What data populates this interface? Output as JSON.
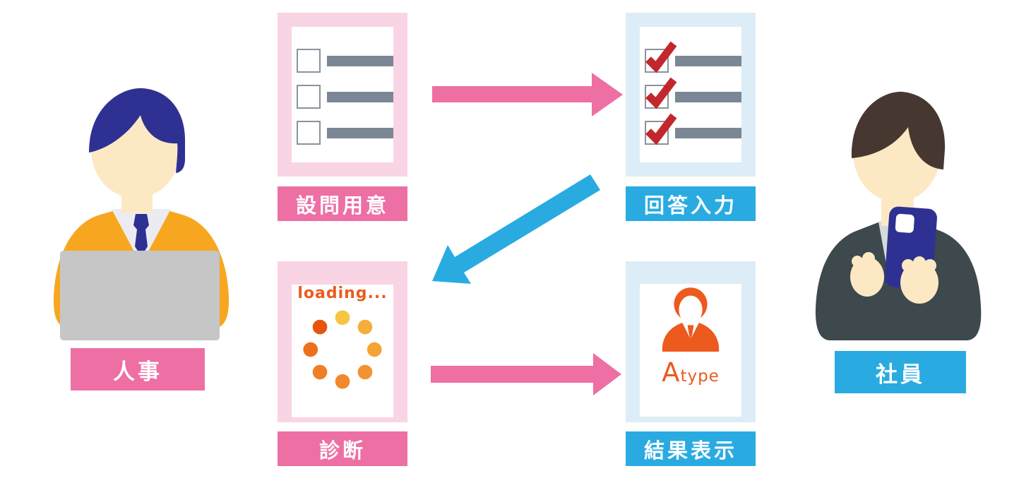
{
  "actors": {
    "hr": {
      "label": "人事"
    },
    "employee": {
      "label": "社員"
    }
  },
  "steps": {
    "prepare": {
      "label": "設問用意"
    },
    "answer": {
      "label": "回答入力"
    },
    "diagnose": {
      "label": "診断",
      "loading_text": "loading..."
    },
    "result": {
      "label": "結果表示",
      "type_big": "A",
      "type_small": "type"
    }
  },
  "spinner": {
    "colors": [
      "#f7c544",
      "#f6ae3b",
      "#f5a434",
      "#f29232",
      "#f0882c",
      "#ee7f26",
      "#ec7118",
      "#e6550e"
    ]
  },
  "colors": {
    "pink": "#ed6fa4",
    "pink-light": "#f9d4e4",
    "blue": "#29abe2",
    "blue-light": "#ddedf7",
    "orange": "#ec5a1e",
    "check-red": "#c1272d",
    "bar-gray": "#7b8795",
    "box-border": "#8a939c",
    "skin": "#fce9c4",
    "hair-blue": "#2e3192",
    "hair-brown": "#463831",
    "vest-orange": "#f7a71f",
    "laptop-gray": "#c6c6c6",
    "jacket-slate": "#3d494d",
    "shirt-white": "#ecebf1",
    "shirt-gray": "#d7dadd",
    "phone-blue": "#2e3192",
    "tie-blue": "#2e3192"
  }
}
